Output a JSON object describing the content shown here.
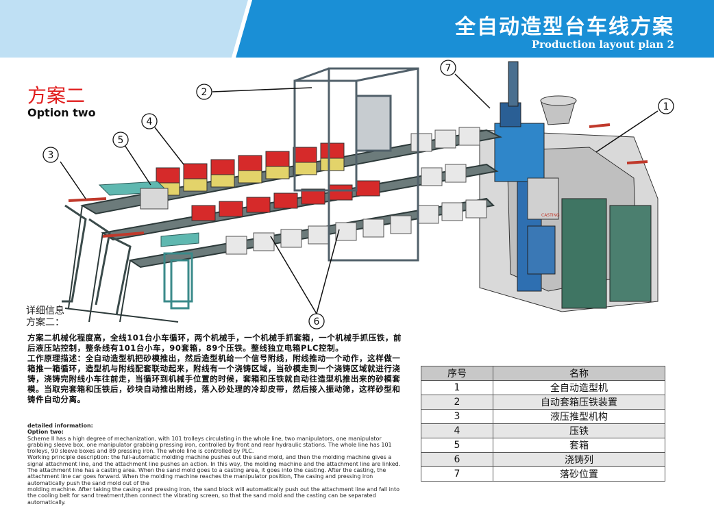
{
  "header": {
    "title_cn": "全自动造型台车线方案",
    "title_en": "Production layout plan 2",
    "colors": {
      "banner_dark": "#1a8fd6",
      "banner_light": "#bfe0f4",
      "accent_red": "#e01b1b"
    }
  },
  "plan": {
    "title_cn": "方案二",
    "title_en": "Option two"
  },
  "illustration": {
    "callouts": [
      "1",
      "2",
      "3",
      "4",
      "5",
      "6",
      "7"
    ],
    "brand_text": "CASTING"
  },
  "details": {
    "heading_1": "详细信息",
    "heading_2": "方案二：",
    "paragraph_cn_1": "方案二机械化程度高，全线101台小车循环，两个机械手，一个机械手抓套箱，一个机械手抓压铁，前后液压站控制，整条线有101台小车，90套箱，89个压铁。整线独立电箱PLC控制。",
    "paragraph_cn_2": "工作原理描述：全自动造型机把砂模推出，然后造型机给一个信号附线，附线推动一个动作，这样做一箱推一箱循环，造型机与附线配套联动起来，附线有一个浇铸区域，当砂模走到一个浇铸区域就进行浇铸，浇铸完附线小车往前走，当循环到机械手位置的时候，套箱和压铁就自动往造型机推出来的砂模套模。当取完套箱和压铁后，砂块自动推出附线，落入砂处理的冷却皮带，然后接入振动筛，这样砂型和铸件自动分离。",
    "en_heading": "detailed information:",
    "en_subheading": "Option two:",
    "paragraph_en_1": "Scheme II has a high degree of mechanization, with 101 trolleys circulating in the whole line, two manipulators, one manipulator grabbing sleeve box, one manipulator grabbing pressing iron, controlled by front and rear hydraulic stations. The whole line has 101 trolleys, 90 sleeve boxes and 89 pressing iron. The whole line is controlled by PLC.",
    "paragraph_en_2": "Working principle description: the full-automatic molding machine pushes out the sand mold, and then the molding machine gives a signal attachment line, and the attachment line pushes an action. In this way, the molding machine and the attachment line are linked. The attachment line has a casting area. When the sand mold goes to a casting area, it goes into the casting. After the casting, the attachment line car goes forward. When the molding machine reaches the manipulator position, The casing and pressing iron automatically push the sand mold out of the",
    "paragraph_en_3": "molding machine. After taking the casing and pressing iron, the sand block will automatically push out the attachment line and fall into the cooling belt for sand treatment,then connect the vibrating screen, so that the sand mold and the casting can be separated automatically."
  },
  "parts_table": {
    "headers": [
      "序号",
      "名称"
    ],
    "rows": [
      {
        "no": "1",
        "name": "全自动造型机"
      },
      {
        "no": "2",
        "name": "自动套箱压铁装置"
      },
      {
        "no": "3",
        "name": "液压推型机构"
      },
      {
        "no": "4",
        "name": "压铁"
      },
      {
        "no": "5",
        "name": "套箱"
      },
      {
        "no": "6",
        "name": "浇铸列"
      },
      {
        "no": "7",
        "name": "落砂位置"
      }
    ]
  }
}
